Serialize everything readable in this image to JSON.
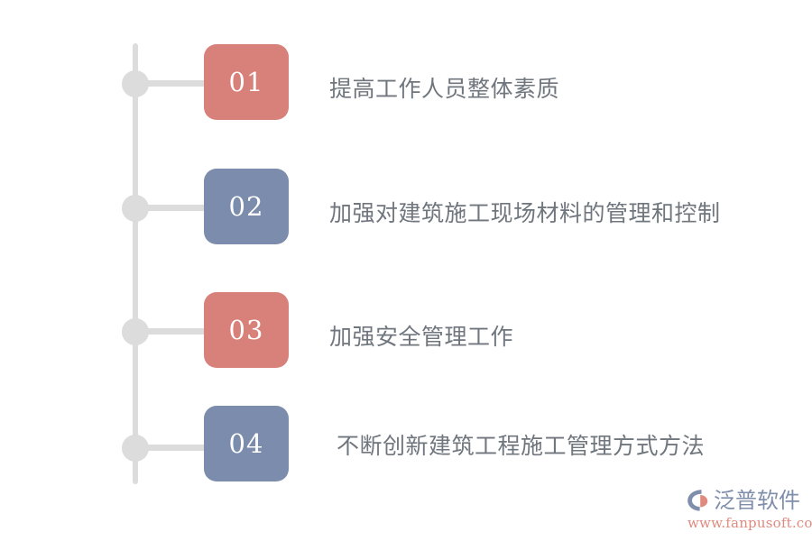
{
  "diagram": {
    "type": "vertical-timeline",
    "title": "",
    "spine_color": "#dcdcdc",
    "text_color": "#70767e",
    "items": [
      {
        "number": "01",
        "label": "提高工作人员整体素质",
        "box_color": "#d8807a",
        "box_color_name": "salmon"
      },
      {
        "number": "02",
        "label": "加强对建筑施工现场材料的管理和控制",
        "box_color": "#7b8cac",
        "box_color_name": "slate-blue"
      },
      {
        "number": "03",
        "label": "加强安全管理工作",
        "box_color": "#d8807a",
        "box_color_name": "salmon"
      },
      {
        "number": "04",
        "label": "不断创新建筑工程施工管理方式方法",
        "box_color": "#7b8cac",
        "box_color_name": "slate-blue"
      }
    ]
  },
  "watermark": {
    "logo_mark": "fanpu-swoosh-icon",
    "brand_name": "泛普软件",
    "url": "www.fanpusoft.com",
    "brand_color": "#7f8eab",
    "url_color": "#e08a7d"
  }
}
